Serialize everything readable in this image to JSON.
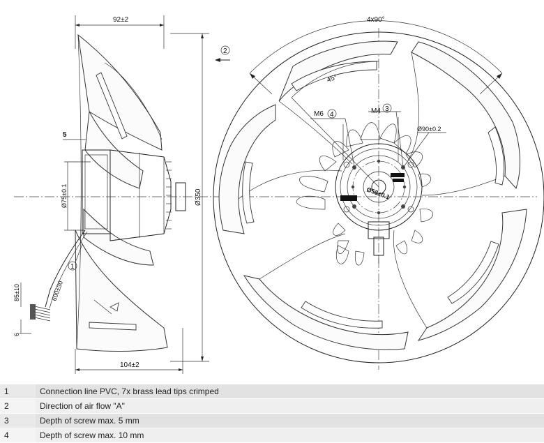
{
  "dimensions": {
    "width_top": "92±2",
    "width_bottom": "104±2",
    "screw_depth": "5",
    "diameter_outer": "Ø350",
    "diameter_flange": "Ø75±0.1",
    "cable_len": "600±30",
    "lead_len": "85±10",
    "lead_tip": "6",
    "angle_total": "4x90°",
    "angle_half": "45°",
    "thread_m6": "M6",
    "thread_m4": "M4",
    "hole_circle": "Ø90±0.2",
    "hub_circle": "Ø58±0.1"
  },
  "callouts": {
    "c1": "1",
    "c2": "2",
    "c3": "3",
    "c4": "4"
  },
  "legend": [
    {
      "num": "1",
      "text": "Connection line PVC, 7x brass lead tips crimped"
    },
    {
      "num": "2",
      "text": "Direction of air flow \"A\""
    },
    {
      "num": "3",
      "text": "Depth of screw max. 5 mm"
    },
    {
      "num": "4",
      "text": "Depth of screw max. 10 mm"
    }
  ]
}
